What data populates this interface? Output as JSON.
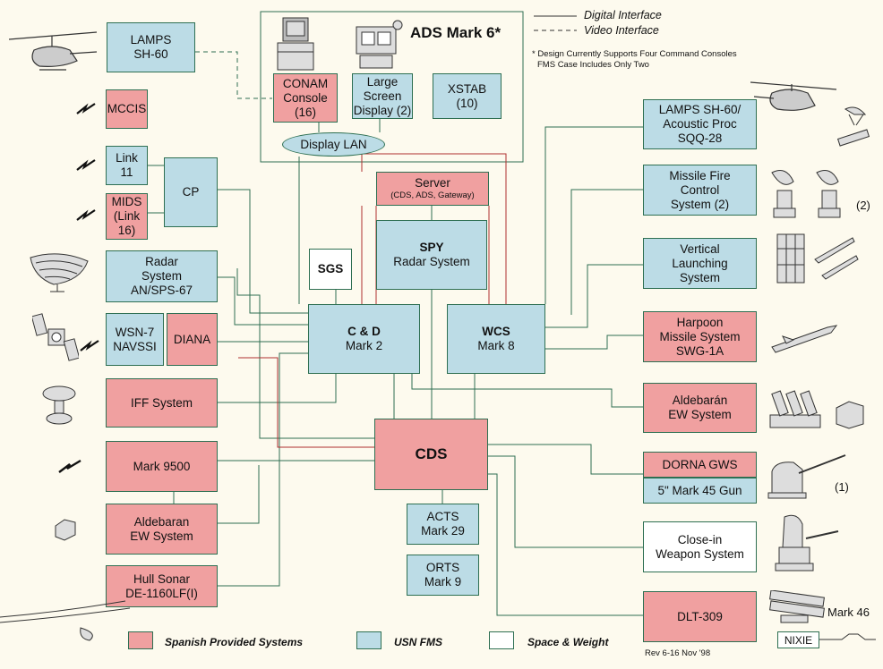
{
  "ads": {
    "title": "ADS Mark 6*",
    "display_lan": "Display LAN",
    "conam": [
      "CONAM",
      "Console",
      "(16)"
    ],
    "large_screen": [
      "Large",
      "Screen",
      "Display (2)"
    ],
    "xstab": [
      "XSTAB",
      "(10)"
    ]
  },
  "interfaces": {
    "digital": "Digital Interface",
    "video": "Video Interface"
  },
  "note": {
    "line1": "* Design Currently Supports Four Command Consoles",
    "line2": "FMS Case Includes Only Two"
  },
  "left": {
    "lamps": [
      "LAMPS",
      "SH-60"
    ],
    "mccis": "MCCIS",
    "link11": [
      "Link",
      "11"
    ],
    "mids": [
      "MIDS",
      "(Link",
      "16)"
    ],
    "cp": "CP",
    "radar": [
      "Radar",
      "System",
      "AN/SPS-67"
    ],
    "wsn": [
      "WSN-7",
      "NAVSSI"
    ],
    "diana": "DIANA",
    "iff": "IFF System",
    "mark9500": "Mark 9500",
    "aldebaran": [
      "Aldebaran",
      "EW System"
    ],
    "hull_sonar": [
      "Hull Sonar",
      "DE-1160LF(I)"
    ]
  },
  "center": {
    "server": [
      "Server",
      "(CDS, ADS, Gateway)"
    ],
    "spy": [
      "SPY",
      "Radar System"
    ],
    "sgs": "SGS",
    "cd": [
      "C & D",
      "Mark 2"
    ],
    "wcs": [
      "WCS",
      "Mark 8"
    ],
    "cds": "CDS",
    "acts": [
      "ACTS",
      "Mark 29"
    ],
    "orts": [
      "ORTS",
      "Mark 9"
    ]
  },
  "right": {
    "lamps_acoustic": [
      "LAMPS SH-60/",
      "Acoustic Proc",
      "SQQ-28"
    ],
    "missile_fire": [
      "Missile Fire",
      "Control",
      "System (2)"
    ],
    "vls": [
      "Vertical",
      "Launching",
      "System"
    ],
    "harpoon": [
      "Harpoon",
      "Missile System",
      "SWG-1A"
    ],
    "aldebaran_ew": [
      "Aldebarán",
      "EW System"
    ],
    "dorna": "DORNA GWS",
    "gun": "5\" Mark 45 Gun",
    "ciws": [
      "Close-in",
      "Weapon System"
    ],
    "dlt": "DLT-309"
  },
  "annotations": {
    "two": "(2)",
    "one": "(1)",
    "mark46": "Mark 46",
    "nixie": "NIXIE"
  },
  "legend": {
    "spanish": "Spanish Provided Systems",
    "usn": "USN FMS",
    "space": "Space & Weight"
  },
  "revision": "Rev 6-16 Nov '98",
  "colors": {
    "spanish": "#f0a0a0",
    "usn": "#bcdce6",
    "space": "#ffffff",
    "line_green": "#2e6f52",
    "line_red": "#b03030"
  },
  "icons": [
    "helicopter-icon",
    "lightning-icon",
    "radar-antenna-icon",
    "satellite-icon",
    "iff-antenna-icon",
    "sonar-dome-icon",
    "workstation-icon",
    "robot-display-icon",
    "sonobuoy-icon",
    "missile-director-icon",
    "vls-launcher-icon",
    "harpoon-missile-icon",
    "decoy-launcher-icon",
    "naval-gun-icon",
    "ciws-mount-icon",
    "torpedo-tube-icon",
    "ship-hull-icon"
  ]
}
